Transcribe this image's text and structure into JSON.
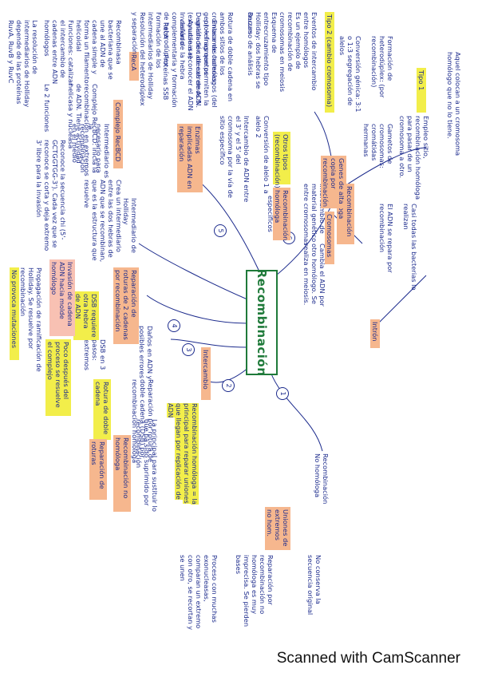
{
  "document": {
    "title": "Recombinación",
    "branch_numbers": [
      "1",
      "2",
      "3",
      "4",
      "5",
      "6"
    ],
    "footer": "Scanned with CamScanner"
  },
  "nodes": {
    "no_homologa": {
      "label": "Recombinación No homóloga",
      "uniones": "Uniones de extremos no hom.",
      "no_conserva": "No conserva la secuencia original",
      "reparacion_imprecisa": "Reparación por recombinación no homóloga es muy imprecisa. Se pierden bases",
      "proceso": "Proceso con muchas exonucleasas, comparan un extremo con otro, se recortan y se unen"
    },
    "intercambio": {
      "label": "Intercambio",
      "homologa_principal": "Recombinación homóloga = la principal para reparar uniones que llegan por replicación de ADN",
      "principal_para": "La principal para sustituir lo que ha sido suprimido por recombinación",
      "no_homologa": "Recombinación no homóloga"
    },
    "daños": {
      "label": "Daños en ADN y posibles errores",
      "reparacion_rotura": "Reparación por rotura de doble cadena (DSB) por recombinación homóloga",
      "reparacion_rotura_tag": "Reparación de roturas",
      "rotura_highlight": "Rotura de doble cadena"
    },
    "reparacion": {
      "label": "Reparación de roturas de 2 cadenas por recombinación",
      "dsb": "DSB en 3 pasos: extremos",
      "dsb2": "DSB requiere otra hebra de ADN",
      "invasion": "Invasión de cadena ADN hacia molde homólogo",
      "poco": "Poco después del proceso se resuelve el complejo",
      "propagacion": "Propagación de ramificación de Holliday. Se resuelve por recombinación",
      "no_provoca": "No provoca mutaciones"
    },
    "intermediario": {
      "label": "Intermediario de Holliday",
      "descripcion": "Crea un intermediario entre las dos hebras de ADN que se recombinan, que es la estructura que resuelve",
      "no_es": "Intermediario es necesario para la recombinación en el medio",
      "complejo_recbcd": "Complejo RecBCD",
      "recbcd_desc": "Complejo RecBCD: inicia la recombinación en extremos de ADN. Tiene actividad helicasa y nucleasa",
      "recbcd_2": "Le 2 funciones",
      "pasos": "Reconoce la secuencia chi (5'-GCTGGTGG-3'). Cada vez que se reconoce se corta y deja extremo 3' libre para la invasión",
      "rec_a": "RecA",
      "rec_a_desc": "Recombinasa bacteriana que se une al ADN de cadena simple y forma un filamento helicoidal",
      "funciones": "Funciones: catalizar el intercambio de cadenas entre ADN homólogos",
      "la_resolucion": "La resolución de intermediarios de Holliday depende de las proteínas RuvA, RuvB y RuvC"
    },
    "enzimas": {
      "label": "Enzimas implicadas ADN en reparación",
      "desc": "Enlace de cadenas: proteínas que permiten la unión de cadenas de ADN. Ayudan a reconocer el ADN dañado",
      "recA": "RecA",
      "ssb": "Proteínas SSB"
    },
    "homologa": {
      "label": "Recombinación homóloga",
      "intercambio_material": "Intercambio de material genético entre cromosomas",
      "descripcion": "Cambia el ADN por otro homólogo. Se realiza en meiosis."
    },
    "tipo1": {
      "label": "Tipo 1",
      "aquel": "Aquel colocan a un cromosoma homólogo que no lo tiene.",
      "empleo": "Empleo sitio, recombinación homóloga para pasar de un cromosoma a otro.",
      "casi": "Casi todas las bacterias lo realizan",
      "tumor": "El ADN se repara por recombinación",
      "intron": "Intrón",
      "formacion": "Formación de heterodúplex: (por recombinación)",
      "gametos": "Gametos de cromosomas: cromátidas hermanas",
      "conversion": "Conversión génica: 3:1 o 1:3 segregación de alelos",
      "genes": "Genes de alta copia por recombinación",
      "cromosomas": "Cromosomas"
    },
    "tipo2": {
      "label": "Tipo 2 (cambio cromosoma)",
      "eventos": "Eventos de intercambio entre homólogos",
      "ejemplo": "Es un ejemplo de recombinación de cromosomas en meiosis",
      "esquema": "Esquema de entrecruzamiento tipo Holliday: dos hebras se cruzan",
      "recursos": "Recurso de análisis"
    },
    "tipo3": {
      "label": "Otros tipos (recombinación)",
      "conversion": "Conversión de alelo 1 a alelo 2",
      "orden": "Intercambio de ADN entre el 3' y el 5' del cromosoma por la vía de sitio específico",
      "recursos": "Recursos específicos"
    },
    "mecanismos": {
      "label": "Recombinación homóloga",
      "items": [
        "Rotura de doble cadena en ambos sitios de los cromosomas homólogos (del gen) → fragmentos",
        "Degradación de extremos 5' (exonucleasa)",
        "Invasión de la hebra complementaria y formación de heterodúplex",
        "Formación de los intermediarios de Holliday",
        "Resolución del heterodúplex y separación"
      ]
    }
  }
}
